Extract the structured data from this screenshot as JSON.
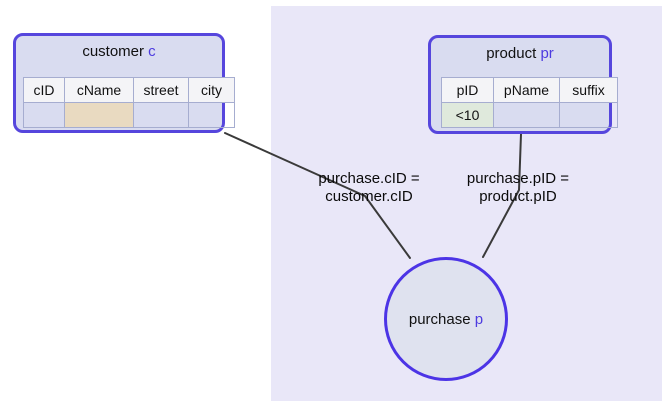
{
  "nodes": {
    "customer": {
      "name": "customer",
      "alias": "c",
      "columns": [
        "cID",
        "cName",
        "street",
        "city"
      ],
      "row": [
        "",
        "",
        "",
        ""
      ],
      "highlighted_column": "cName"
    },
    "product": {
      "name": "product",
      "alias": "pr",
      "columns": [
        "pID",
        "pName",
        "suffix"
      ],
      "row": [
        "<10",
        "",
        ""
      ],
      "highlighted_column": "pID",
      "condition": "<10"
    },
    "purchase": {
      "name": "purchase",
      "alias": "p"
    }
  },
  "edges": {
    "customer_purchase": {
      "line1": "purchase.cID =",
      "line2": "customer.cID"
    },
    "product_purchase": {
      "line1": "purchase.pID =",
      "line2": "product.pID"
    }
  },
  "colors": {
    "panel_bg": "#e9e7f8",
    "node_fill": "#d9dcf0",
    "node_border": "#5646dd",
    "circle_fill": "#dfe2ef",
    "circle_border": "#4c34e6",
    "header_cell_bg": "#f4f4f7",
    "cell_border": "#a6add0",
    "highlight_orange_border": "#f0a21f",
    "highlight_orange_header_bg": "#f5e6c5",
    "highlight_orange_cell_bg": "#e9dac1",
    "highlight_green_border": "#74c63c",
    "highlight_green_header_bg": "#e6f2de",
    "highlight_green_cell_bg": "#dfe9dc",
    "edge_line": "#3a3a3a",
    "alias_text": "#4d3be0"
  }
}
